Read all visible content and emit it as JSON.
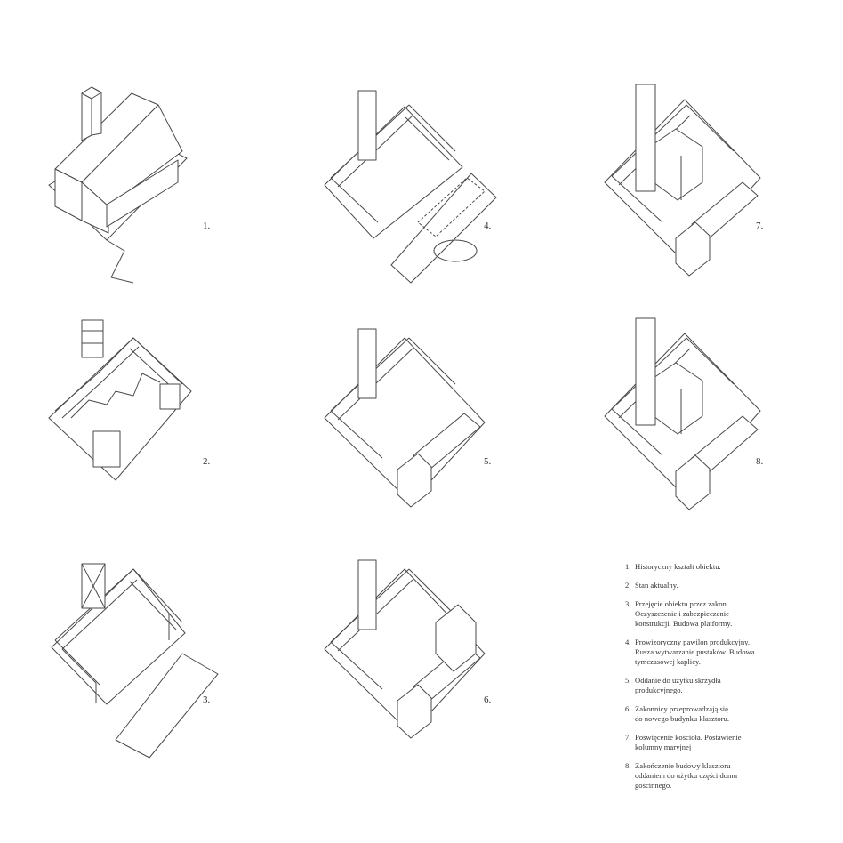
{
  "stages": [
    {
      "number": "1.",
      "description": "Historyczny kształt obiektu."
    },
    {
      "number": "2.",
      "description": "Stan aktualny."
    },
    {
      "number": "3.",
      "description": "Przejęcie obiektu przez zakon.\nOczyszczenie i zabezpieczenie\nkonstrukcji. Budowa platformy."
    },
    {
      "number": "4.",
      "description": "Prowizoryczny pawilon produkcyjny.\nRusza wytwarzanie pustaków. Budowa\ntymczasowej kaplicy."
    },
    {
      "number": "5.",
      "description": "Oddanie do użytku skrzydła\nprodukcyjnego."
    },
    {
      "number": "6.",
      "description": "Zakonnicy przeprowadzają się\ndo nowego budynku klasztoru."
    },
    {
      "number": "7.",
      "description": "Poświęcenie kościoła. Postawienie\nkolumny maryjnej"
    },
    {
      "number": "8.",
      "description": "Zakończenie budowy klasztoru\noddaniem do użytku części domu\ngościnnego."
    }
  ],
  "colors": {
    "line": "#4a4a4a",
    "fill": "#ffffff",
    "text": "#333333"
  }
}
